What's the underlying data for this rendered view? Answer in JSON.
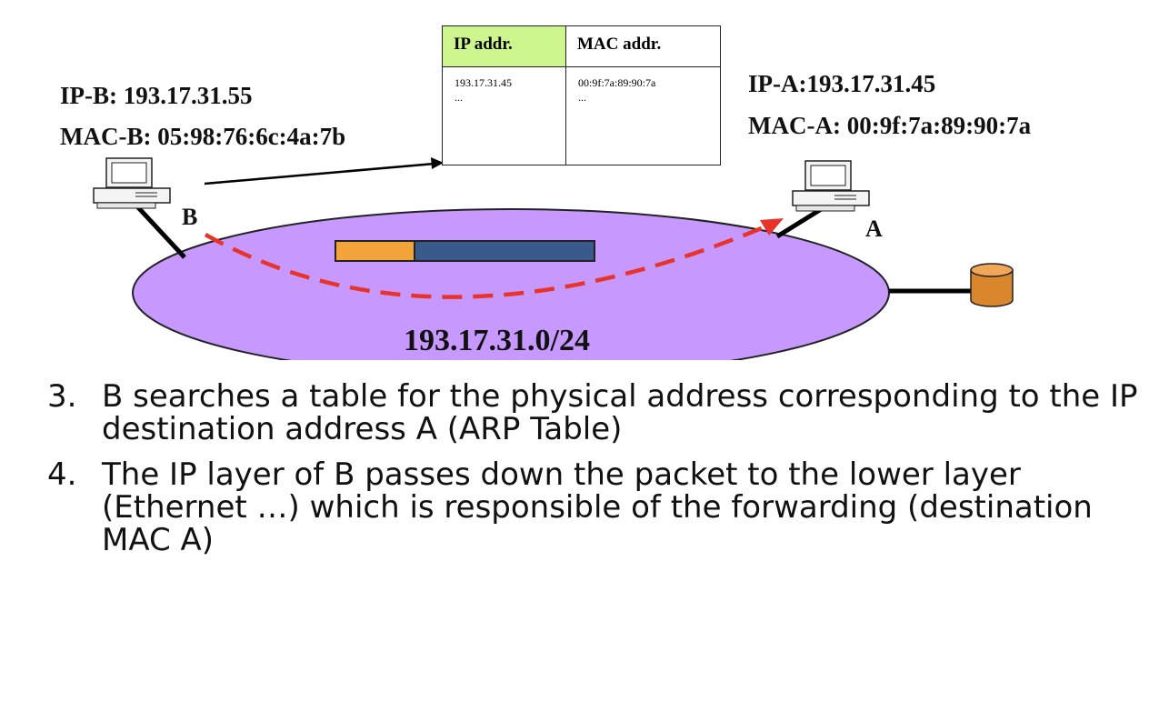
{
  "host_b": {
    "ip": "IP-B: 193.17.31.55",
    "mac": "MAC-B: 05:98:76:6c:4a:7b",
    "letter": "B"
  },
  "host_a": {
    "ip": "IP-A:193.17.31.45",
    "mac": "MAC-A: 00:9f:7a:89:90:7a",
    "letter": "A"
  },
  "arp_table": {
    "header_ip": "IP addr.",
    "header_mac": "MAC addr.",
    "row_ip": "193.17.31.45",
    "row_mac": "00:9f:7a:89:90:7a",
    "ellipsis_ip": "...",
    "ellipsis_mac": "..."
  },
  "network": {
    "subnet": "193.17.31.0/24",
    "fill": "#c799ff",
    "path_color": "#e8332a"
  },
  "packet": {
    "header_color": "#f2a33a",
    "payload_color": "#3a5a8c"
  },
  "steps": [
    {
      "num": "3.",
      "text": "B searches a table for the physical address corresponding to the IP destination address A (ARP Table)"
    },
    {
      "num": "4.",
      "text": "The IP layer of B passes down the packet to the lower layer (Ethernet …) which is responsible of the forwarding (destination MAC A)"
    }
  ]
}
